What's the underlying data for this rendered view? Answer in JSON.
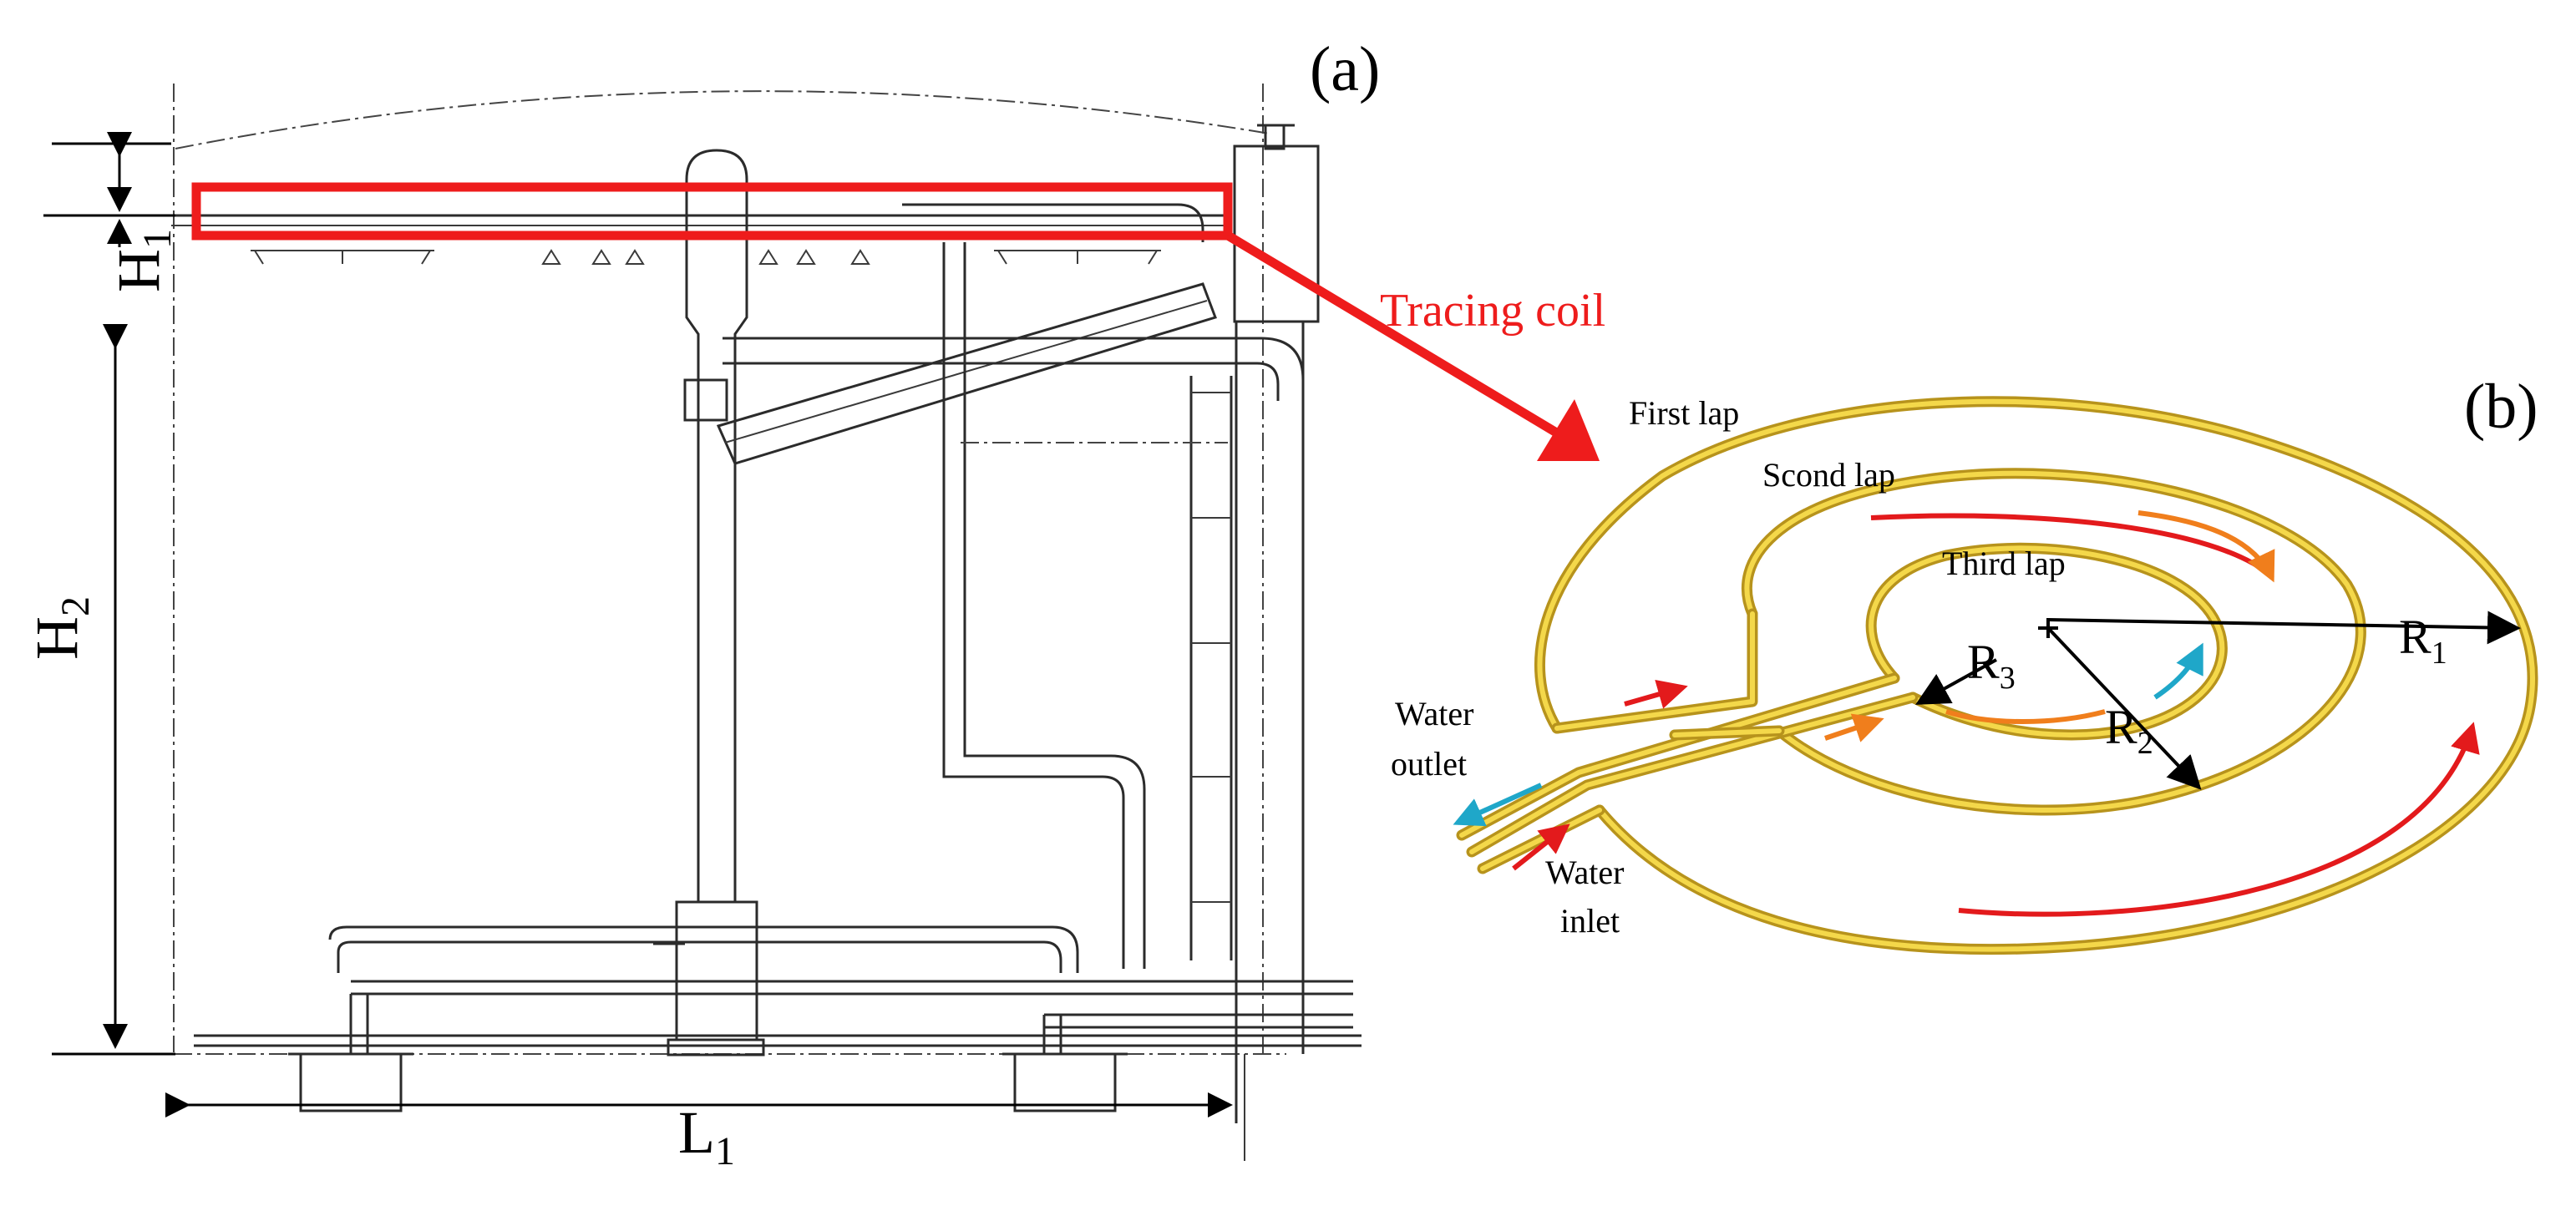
{
  "panel_a": {
    "label": "(a)",
    "dimensions": {
      "h1": "H",
      "h1_sub": "1",
      "h2": "H",
      "h2_sub": "2",
      "l1": "L",
      "l1_sub": "1"
    }
  },
  "callout": {
    "label": "Tracing coil",
    "color": "#ee1c1c"
  },
  "panel_b": {
    "label": "(b)",
    "laps": [
      "First lap",
      "Scond lap",
      "Third lap"
    ],
    "radii": [
      {
        "main": "R",
        "sub": "1"
      },
      {
        "main": "R",
        "sub": "2"
      },
      {
        "main": "R",
        "sub": "3"
      }
    ],
    "water_outlet": [
      "Water",
      "outlet"
    ],
    "water_inlet": [
      "Water",
      "inlet"
    ],
    "coil_color": "#e8c53a",
    "flow_colors": {
      "hot": "#e31a1c",
      "warm": "#f07e1c",
      "cold": "#1fa7c9"
    }
  }
}
